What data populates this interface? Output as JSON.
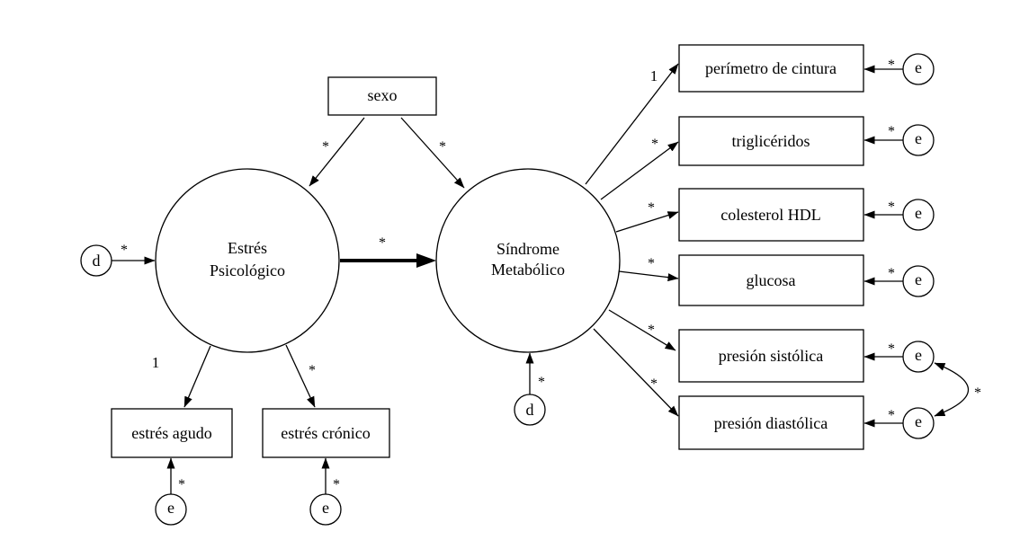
{
  "exogenous": {
    "sexo": {
      "label": "sexo"
    }
  },
  "latent": {
    "estres_psicologico": {
      "label_line1": "Estrés",
      "label_line2": "Psicológico",
      "disturbance": {
        "label": "d",
        "path_label": "*"
      }
    },
    "sindrome_metabolico": {
      "label_line1": "Síndrome",
      "label_line2": "Metabólico",
      "disturbance": {
        "label": "d",
        "path_label": "*"
      }
    }
  },
  "structural_paths": {
    "sexo_to_estres": "*",
    "sexo_to_sindrome": "*",
    "estres_to_sindrome": "*"
  },
  "estres_indicators": [
    {
      "label": "estrés agudo",
      "loading": "1",
      "error": "e",
      "error_path": "*"
    },
    {
      "label": "estrés crónico",
      "loading": "*",
      "error": "e",
      "error_path": "*"
    }
  ],
  "sindrome_indicators": [
    {
      "label": "perímetro de cintura",
      "loading": "1",
      "error": "e",
      "error_path": "*"
    },
    {
      "label": "triglicéridos",
      "loading": "*",
      "error": "e",
      "error_path": "*"
    },
    {
      "label": "colesterol HDL",
      "loading": "*",
      "error": "e",
      "error_path": "*"
    },
    {
      "label": "glucosa",
      "loading": "*",
      "error": "e",
      "error_path": "*"
    },
    {
      "label": "presión sistólica",
      "loading": "*",
      "error": "e",
      "error_path": "*"
    },
    {
      "label": "presión diastólica",
      "loading": "*",
      "error": "e",
      "error_path": "*"
    }
  ],
  "error_covariance": {
    "label": "*"
  }
}
